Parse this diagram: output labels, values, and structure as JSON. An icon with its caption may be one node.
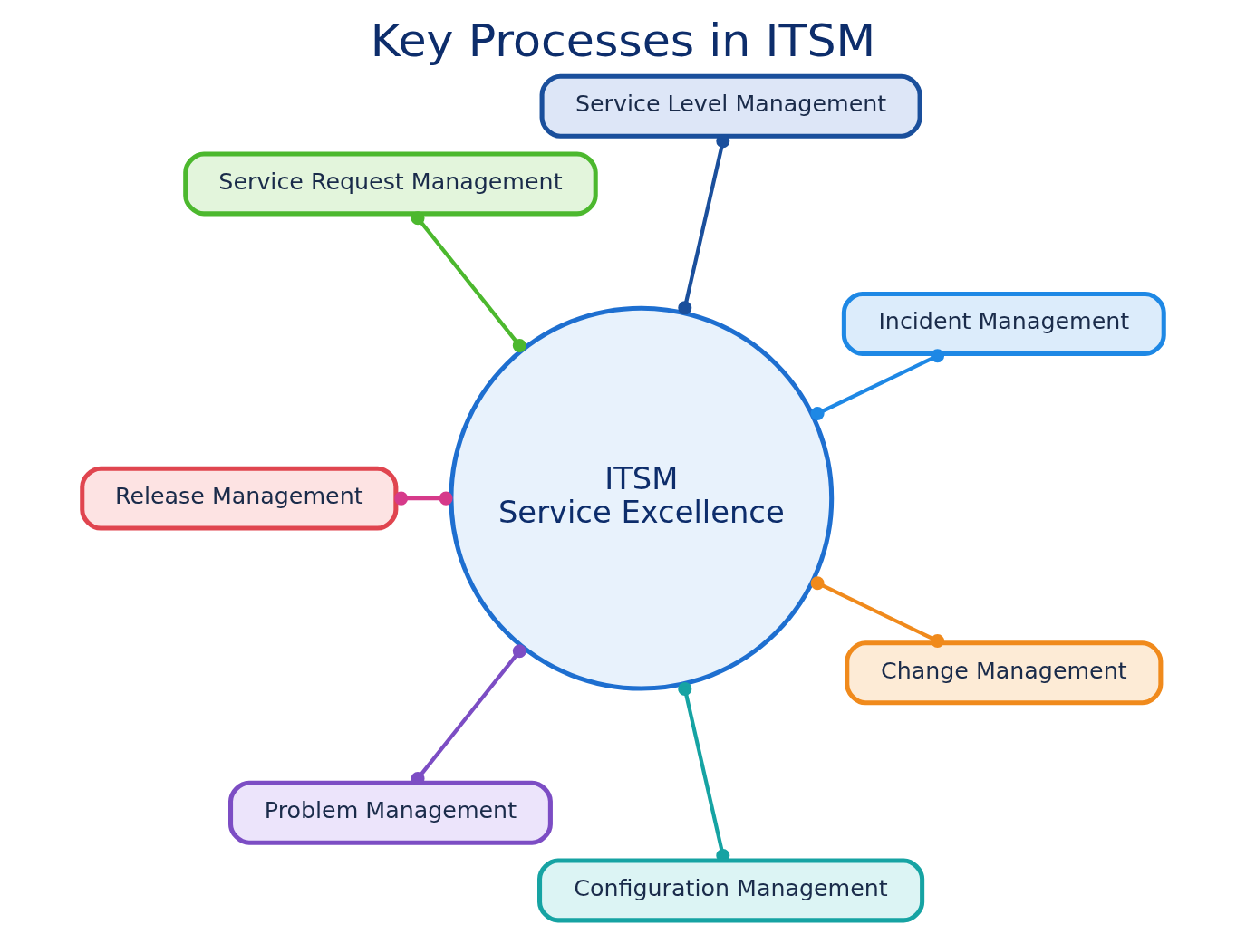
{
  "diagram": {
    "title": "Key Processes in ITSM",
    "nodes": [
      {
        "text": [
          "ITSM",
          "Service Excellence"
        ]
      },
      {
        "text": [
          "Incident Management"
        ]
      },
      {
        "text": [
          "Service Level Management"
        ]
      },
      {
        "text": [
          "Service Request Management"
        ]
      },
      {
        "text": [
          "Release Management"
        ]
      },
      {
        "text": [
          "Problem Management"
        ]
      },
      {
        "text": [
          "Configuration Management"
        ]
      },
      {
        "text": [
          "Change Management"
        ]
      }
    ],
    "edges": [
      {
        "from": 0,
        "to": 1,
        "arrow": "other",
        "color": "#1e88e5"
      },
      {
        "from": 0,
        "to": 2,
        "arrow": "other",
        "color": "#1a4f9c"
      },
      {
        "from": 0,
        "to": 3,
        "arrow": "other",
        "color": "#4cb82e"
      },
      {
        "from": 0,
        "to": 4,
        "arrow": "other",
        "color": "#d63a8a"
      },
      {
        "from": 0,
        "to": 5,
        "arrow": "other",
        "color": "#7c4dc4"
      },
      {
        "from": 0,
        "to": 6,
        "arrow": "other",
        "color": "#16a3a3"
      },
      {
        "from": 0,
        "to": 7,
        "arrow": "other",
        "color": "#f08a1c"
      }
    ]
  }
}
